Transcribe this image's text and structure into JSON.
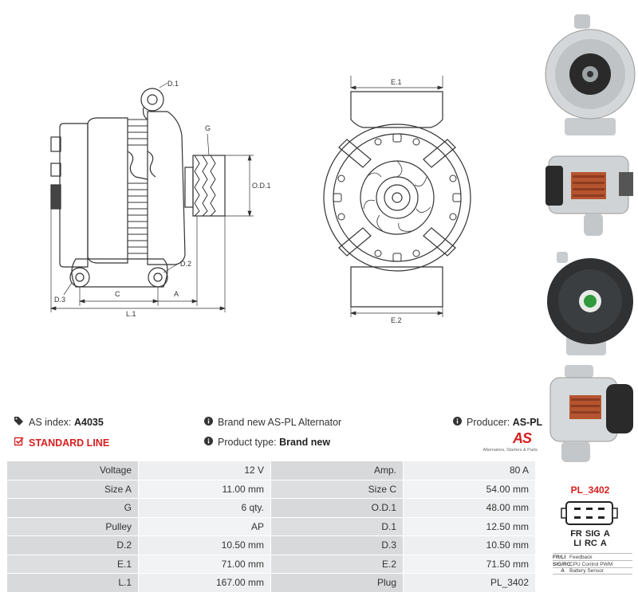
{
  "drawing_labels": {
    "d1": "D.1",
    "g": "G",
    "od1": "O.D.1",
    "d2": "D.2",
    "d3": "D.3",
    "c": "C",
    "a": "A",
    "l1": "L.1",
    "e1": "E.1",
    "e2": "E.2"
  },
  "info": {
    "as_index_label": "AS index:",
    "as_index_value": "A4035",
    "standard_line": "STANDARD LINE",
    "brand_new": "Brand new AS-PL Alternator",
    "product_type_label": "Product type:",
    "product_type_value": "Brand new",
    "producer_label": "Producer:",
    "producer_value": "AS-PL"
  },
  "logo": {
    "mark": "AS",
    "tagline": "Alternators, Starters & Parts"
  },
  "specs": [
    [
      "Voltage",
      "12 V",
      "Amp.",
      "80 A"
    ],
    [
      "Size A",
      "11.00 mm",
      "Size C",
      "54.00 mm"
    ],
    [
      "G",
      "6 qty.",
      "O.D.1",
      "48.00 mm"
    ],
    [
      "Pulley",
      "AP",
      "D.1",
      "12.50 mm"
    ],
    [
      "D.2",
      "10.50 mm",
      "D.3",
      "10.50 mm"
    ],
    [
      "E.1",
      "71.00 mm",
      "E.2",
      "71.50 mm"
    ],
    [
      "L.1",
      "167.00 mm",
      "Plug",
      "PL_3402"
    ]
  ],
  "plug": {
    "title": "PL_3402",
    "pins_top": [
      "FR",
      "SIG",
      "A"
    ],
    "pins_bottom": [
      "LI",
      "RC",
      "A"
    ],
    "legend": [
      {
        "key": "FR/LI",
        "desc": "Feedback"
      },
      {
        "key": "SIG/RC",
        "desc": "CPU Control PWM"
      },
      {
        "key": "A",
        "desc": "Battery Sensor"
      }
    ]
  },
  "colors": {
    "accent_red": "#d81e1e",
    "label_cell": "#d7d9db",
    "value_cell": "#eeeff0"
  }
}
